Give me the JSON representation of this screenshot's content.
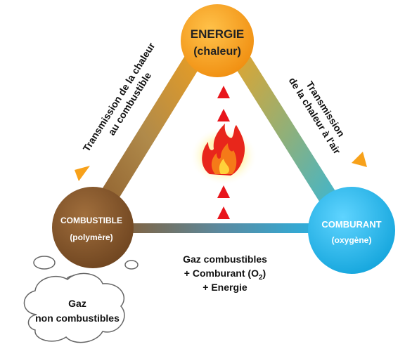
{
  "nodes": {
    "energie": {
      "line1": "ENERGIE",
      "line2": "(chaleur)",
      "color": "#f5a21b"
    },
    "combustible": {
      "line1": "COMBUSTIBLE",
      "line2": "(polymère)",
      "color": "#8a5a2b"
    },
    "comburant": {
      "line1": "COMBURANT",
      "line2": "(oxygène)",
      "color": "#22b8ec"
    }
  },
  "left_side": {
    "line1": "Transmission de la chaleur",
    "line2": "au combustible"
  },
  "right_side": {
    "line1": "Transmission",
    "line2": "de la chaleur à l'air"
  },
  "center_text": {
    "line1": "Gaz combustibles",
    "line2_prefix": "+ Comburant (O",
    "line2_sub": "2",
    "line2_suffix": ")",
    "line3": "+ Energie"
  },
  "cloud": {
    "line1": "Gaz",
    "line2": "non combustibles"
  },
  "colors": {
    "arrow_red": "#e8151b",
    "arrow_orange": "#f7a11a"
  }
}
